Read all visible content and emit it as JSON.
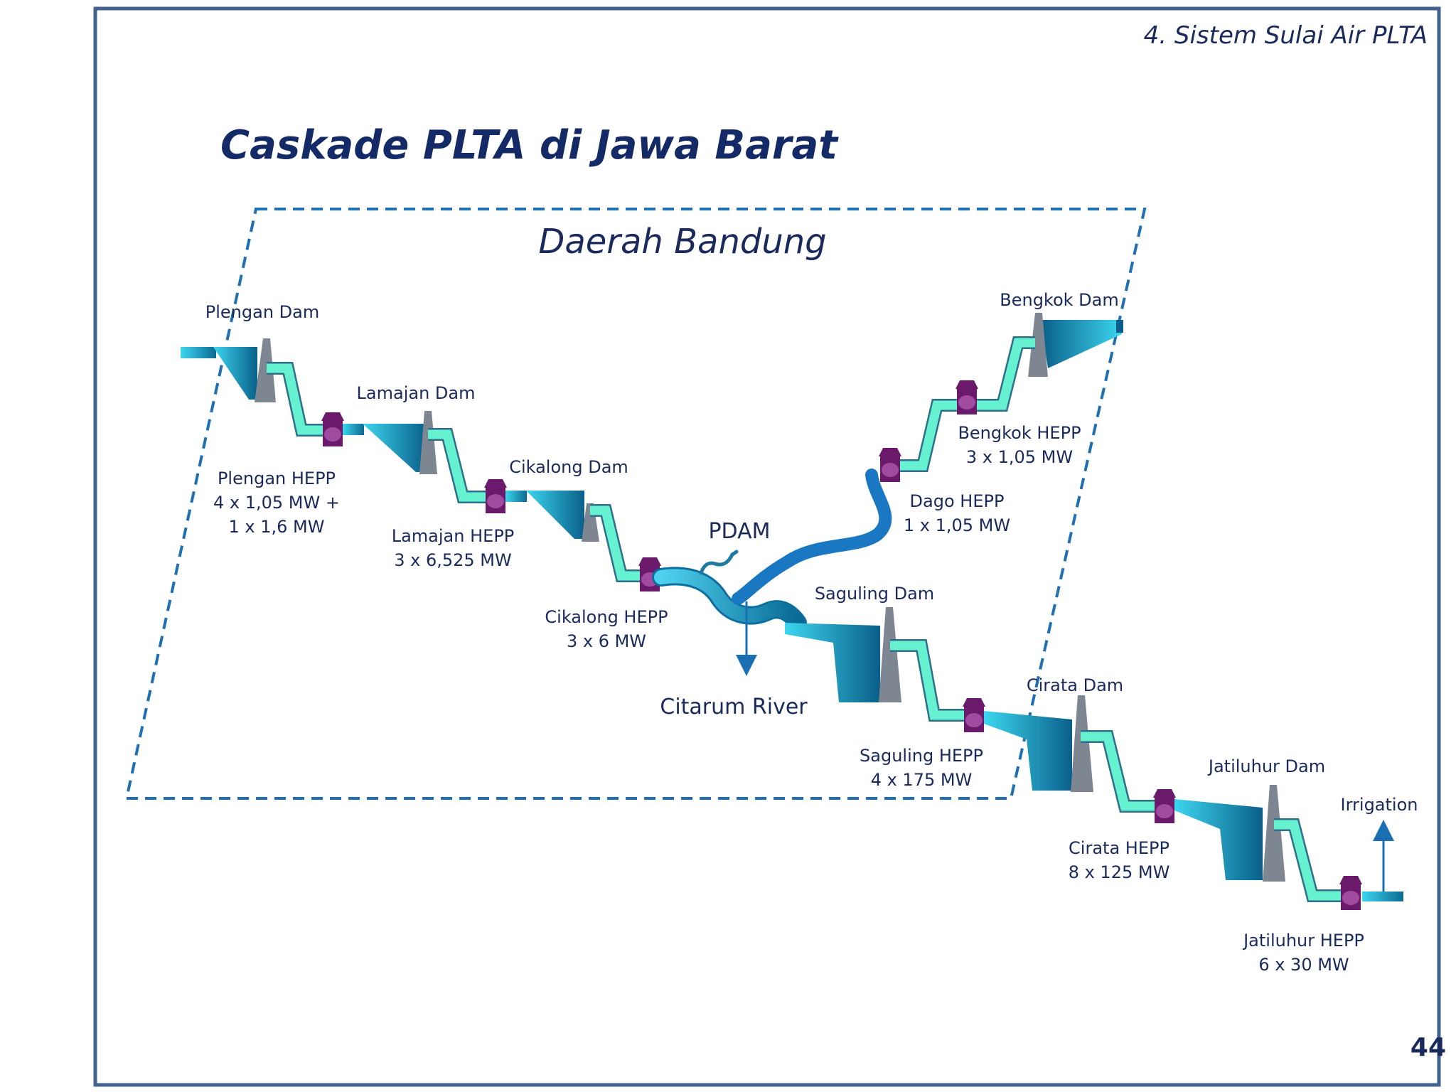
{
  "header": {
    "section": "4. Sistem Sulai Air PLTA",
    "title": "Caskade PLTA di Jawa Barat",
    "region": "Daerah Bandung"
  },
  "page_number": "44",
  "dams": {
    "plengan": "Plengan Dam",
    "lamajan": "Lamajan Dam",
    "cikalong": "Cikalong Dam",
    "bengkok": "Bengkok Dam",
    "saguling": "Saguling Dam",
    "cirata": "Cirata Dam",
    "jatiluhur": "Jatiluhur Dam"
  },
  "plants": {
    "plengan": {
      "name": "Plengan HEPP",
      "cap1": "4 x 1,05 MW +",
      "cap2": "1 x 1,6 MW"
    },
    "lamajan": {
      "name": "Lamajan HEPP",
      "cap1": "3 x 6,525 MW"
    },
    "cikalong": {
      "name": "Cikalong HEPP",
      "cap1": "3 x 6 MW"
    },
    "bengkok": {
      "name": "Bengkok HEPP",
      "cap1": "3 x 1,05 MW"
    },
    "dago": {
      "name": "Dago HEPP",
      "cap1": "1 x 1,05 MW"
    },
    "saguling": {
      "name": "Saguling HEPP",
      "cap1": "4 x 175 MW"
    },
    "cirata": {
      "name": "Cirata HEPP",
      "cap1": "8 x 125 MW"
    },
    "jatiluhur": {
      "name": "Jatiluhur HEPP",
      "cap1": "6 x 30 MW"
    }
  },
  "features": {
    "pdam": "PDAM",
    "river": "Citarum River",
    "irrigation": "Irrigation"
  },
  "colors": {
    "frame": "#44628f",
    "region_border": "#1f6fb2",
    "penstock": "#66f2d0",
    "dam_wall": "#7e8791",
    "powerhouse": "#6b1a6b",
    "river": "#1a78c2"
  }
}
